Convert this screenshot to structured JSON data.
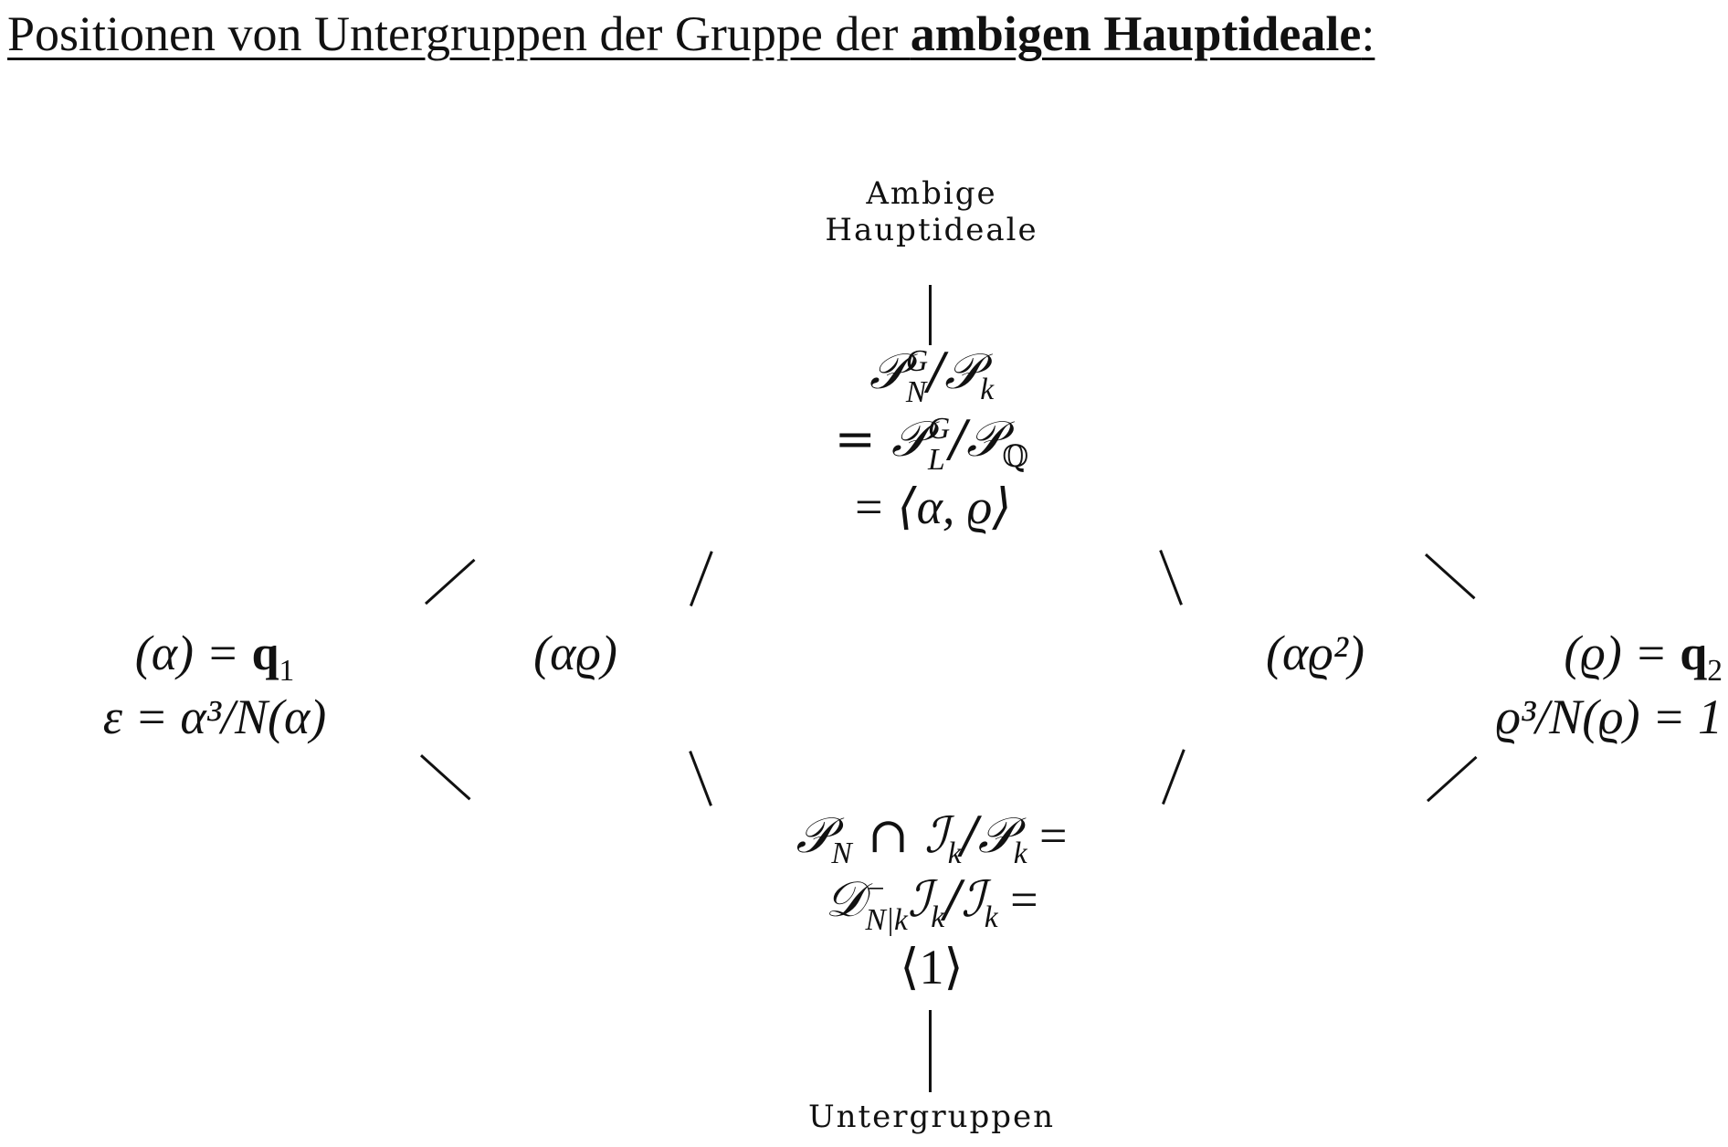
{
  "title": {
    "prefix": "Positionen von Untergruppen der Gruppe der ",
    "bold": "ambigen Hauptideale",
    "suffix": ":"
  },
  "top_label": {
    "line1": "Ambige",
    "line2": "Hauptideale"
  },
  "bottom_label": "Untergruppen",
  "top_node": {
    "line1_a": "𝒫",
    "line1_sup": "G",
    "line1_sub": "N",
    "line1_b": "/𝒫",
    "line1_c": "k",
    "line2_a": "= 𝒫",
    "line2_sup": "G",
    "line2_sub": "L",
    "line2_b": "/𝒫",
    "line2_c": "ℚ",
    "line3": "= ⟨α, ϱ⟩"
  },
  "left_node": {
    "line1_a": "(α) = ",
    "line1_q": "q",
    "line1_sub": "1",
    "line2": "ε = α³/N(α)"
  },
  "mid_left_node": "(αϱ)",
  "mid_right_node": "(αϱ²)",
  "right_node": {
    "line1_a": "(ϱ) = ",
    "line1_q": "q",
    "line1_sub": "2",
    "line2": "ϱ³/N(ϱ) = 1"
  },
  "bottom_node": {
    "line1_a": "𝒫",
    "line1_sub": "N",
    "line1_b": " ∩ ℐ",
    "line1_c": "k",
    "line1_d": "/𝒫",
    "line1_e": "k",
    "line1_f": " =",
    "line2_a": "𝒟",
    "line2_sup": "−",
    "line2_sub": "N|k",
    "line2_b": "ℐ",
    "line2_c": "k",
    "line2_d": "/ℐ",
    "line2_e": "k",
    "line2_f": " =",
    "line3": "⟨1⟩"
  }
}
